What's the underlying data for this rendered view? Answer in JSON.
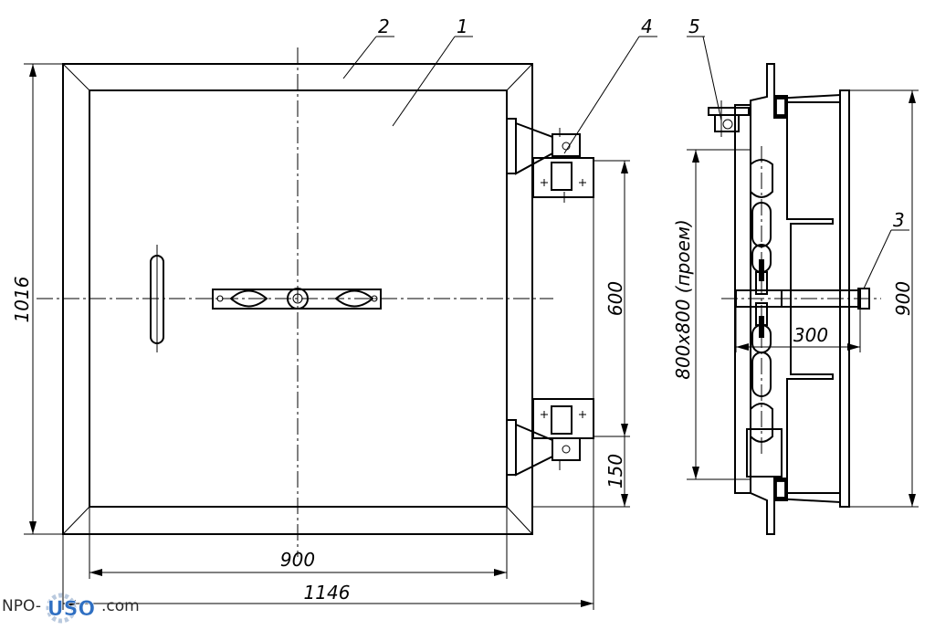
{
  "dimensions": {
    "overall_height": "1016",
    "inner_width": "900",
    "overall_width": "1146",
    "hinge_spacing": "600",
    "hinge_offset": "150",
    "opening": "800x800 (проем)",
    "side_height": "900",
    "handle_length": "300"
  },
  "callouts": {
    "item_1": "1",
    "item_2": "2",
    "item_3": "3",
    "item_4": "4",
    "item_5": "5"
  },
  "watermark": {
    "prefix": "NPO-",
    "logo_letters": "USO",
    "suffix": ".com",
    "logo_color": "#2f6fc2"
  }
}
